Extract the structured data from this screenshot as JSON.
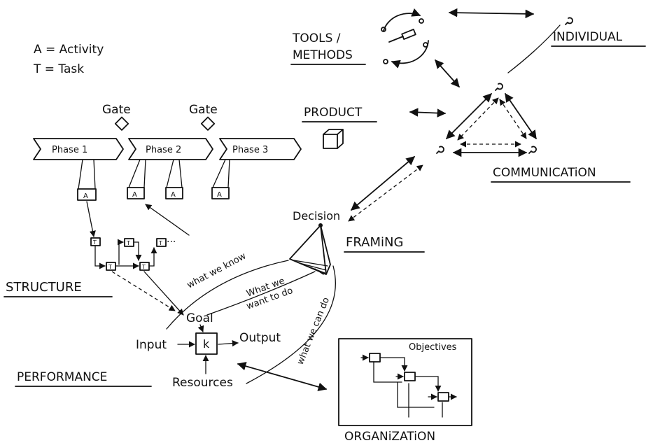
{
  "legend": {
    "a": "A = Activity",
    "t": "T = Task"
  },
  "gates": [
    "Gate",
    "Gate"
  ],
  "phases": [
    "Phase 1",
    "Phase 2",
    "Phase 3"
  ],
  "activity_marker": "A",
  "task_marker": "T",
  "ellipsis": "···",
  "labels": {
    "product": "PRODUCT",
    "tools": "TOOLS /",
    "methods": "METHODS",
    "individual": "INDIVIDUAL",
    "communication": "COMMUNICATiON",
    "decision": "Decision",
    "framing": "FRAMiNG",
    "structure": "STRUCTURE",
    "performance": "PERFORMANCE",
    "organization": "ORGANiZATiON",
    "objectives": "Objectives",
    "goal": "Goal",
    "input": "Input",
    "output": "Output",
    "resources": "Resources",
    "k": "k",
    "what_we_know": "what we know",
    "what_we": "What we",
    "want_to_do": "want to do",
    "what_we_can_do": "what we can do"
  }
}
